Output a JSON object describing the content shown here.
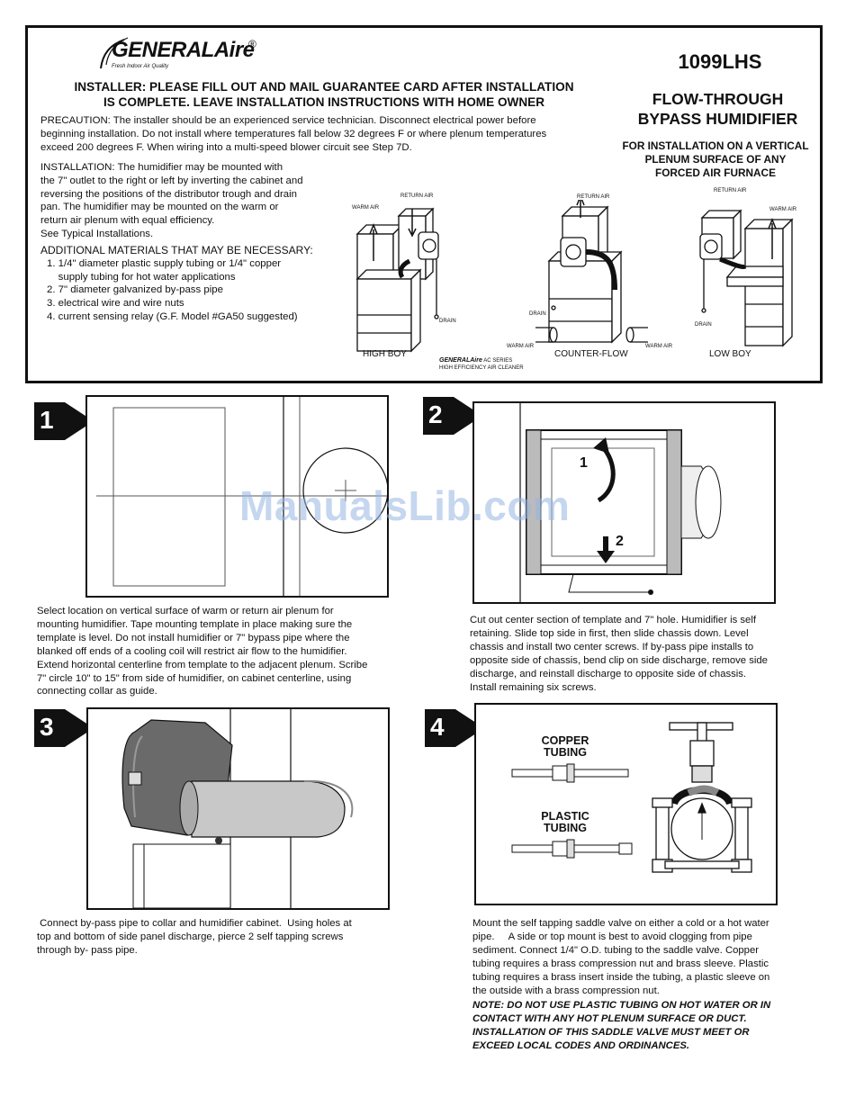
{
  "header": {
    "logo": {
      "brand": "GENERALAire",
      "registered": "®",
      "tagline": "Fresh Indoor Air Quality"
    },
    "installer_notice": [
      "INSTALLER: PLEASE FILL OUT AND MAIL GUARANTEE CARD AFTER INSTALLATION",
      "IS COMPLETE.  LEAVE INSTALLATION INSTRUCTIONS WITH HOME OWNER"
    ],
    "precaution": [
      "PRECAUTION:  The installer should be an experienced service technician.  Disconnect electrical power before",
      "beginning installation.  Do not install where temperatures fall below 32 degrees F or where plenum temperatures",
      "exceed 200 degrees F.  When wiring into a multi-speed blower circuit see Step 7D."
    ],
    "installation": [
      "INSTALLATION:  The humidifier may be mounted with",
      "the 7\" outlet to the right or left by inverting the cabinet and",
      "reversing the positions of the distributor trough and drain",
      "pan.  The humidifier may be mounted on the warm or",
      "return air plenum with equal efficiency.",
      "See Typical Installations."
    ],
    "materials_title": "ADDITIONAL MATERIALS THAT MAY BE NECESSARY:",
    "materials": [
      "1. 1/4\" diameter plastic supply tubing or 1/4\" copper",
      "    supply tubing for hot water applications",
      "2. 7\" diameter galvanized by-pass pipe",
      "3. electrical wire and wire nuts",
      "4. current sensing relay (G.F. Model #GA50 suggested)"
    ],
    "model": "1099LHS",
    "product": [
      "FLOW-THROUGH",
      "BYPASS HUMIDIFIER"
    ],
    "for_install": [
      "FOR INSTALLATION ON A VERTICAL",
      "PLENUM SURFACE OF ANY",
      "FORCED AIR FURNACE"
    ],
    "figures": {
      "warm_air": "WARM AIR",
      "return_air": "RETURN AIR",
      "drain": "DRAIN",
      "high_boy": "HIGH BOY",
      "counter_flow": "COUNTER-FLOW",
      "low_boy": "LOW BOY",
      "ac_brand": "GENERALAire",
      "ac_series": "AC SERIES",
      "ac_desc": "HIGH EFFICIENCY AIR CLEANER"
    }
  },
  "watermark": "ManualsLib.com",
  "steps": [
    {
      "number": "1",
      "text": [
        "Select location on vertical surface of warm or return air plenum for",
        "mounting humidifier.  Tape mounting template in place making sure the",
        "template is level.  Do not install humidifier or 7\" bypass pipe where the",
        "blanked off ends of a cooling coil will restrict air flow to the humidifier.",
        "Extend horizontal centerline from template to the adjacent plenum.  Scribe",
        "7\" circle 10\" to 15\" from side of humidifier, on cabinet centerline, using",
        "connecting collar as guide."
      ]
    },
    {
      "number": "2",
      "callouts": [
        "1",
        "2"
      ],
      "text": [
        "Cut out center section of template and 7\" hole. Humidifier is self",
        "retaining.  Slide top side in first, then slide chassis down.  Level",
        "chassis and install two center screws. If by-pass pipe installs to",
        "opposite side of chassis, bend clip on side discharge, remove side",
        "discharge, and reinstall discharge to opposite side of chassis.",
        "Install remaining six screws."
      ]
    },
    {
      "number": "3",
      "text": [
        " Connect by-pass pipe to collar and humidifier cabinet.  Using holes at",
        "top and bottom of side panel discharge, pierce 2 self tapping screws",
        "through by- pass pipe."
      ]
    },
    {
      "number": "4",
      "labels": {
        "copper": [
          "COPPER",
          "TUBING"
        ],
        "plastic": [
          "PLASTIC",
          "TUBING"
        ]
      },
      "text": [
        "Mount the self tapping saddle valve on either a cold or a hot water",
        "pipe.     A side or top mount is best to avoid clogging from pipe",
        "sediment.  Connect 1/4\" O.D. tubing to the saddle valve.  Copper",
        "tubing requires a brass compression nut and brass sleeve.  Plastic",
        "tubing requires a brass insert inside the tubing, a plastic sleeve on",
        "the outside with a brass compression nut."
      ],
      "note": [
        "NOTE: DO NOT USE PLASTIC TUBING ON HOT WATER OR IN",
        "CONTACT WITH ANY HOT PLENUM SURFACE OR DUCT.",
        "INSTALLATION OF THIS SADDLE VALVE MUST MEET OR",
        "EXCEED LOCAL CODES AND ORDINANCES."
      ]
    }
  ]
}
